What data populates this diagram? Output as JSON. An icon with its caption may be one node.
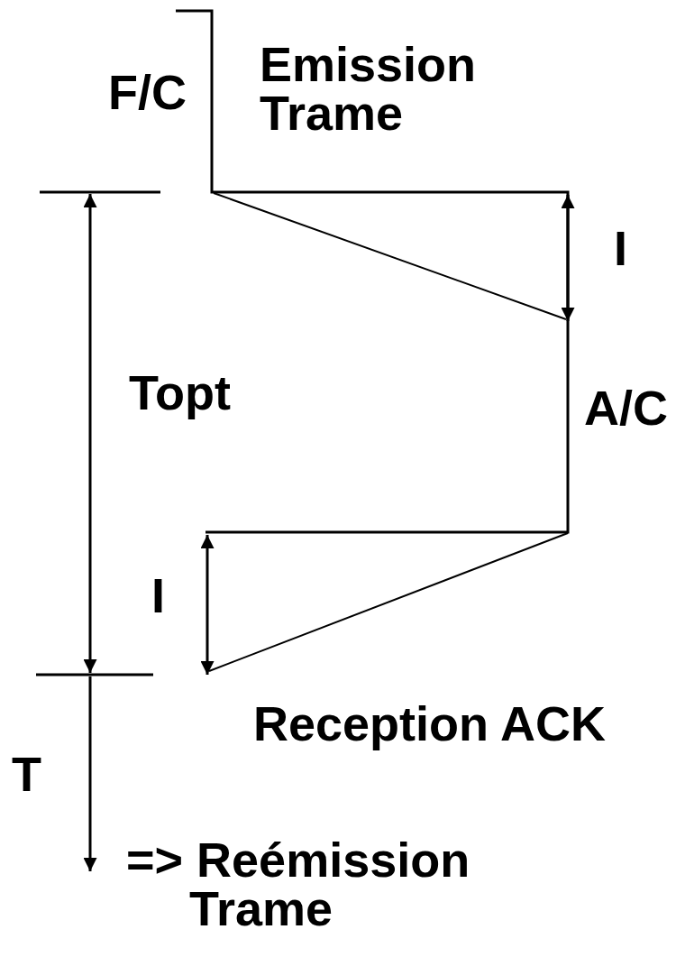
{
  "diagram": {
    "labels": [
      "F/C",
      "Emission Trame",
      "I",
      "Topt",
      "A/C",
      "I",
      "Reception ACK",
      "T",
      "=> Reémission Trame"
    ]
  }
}
